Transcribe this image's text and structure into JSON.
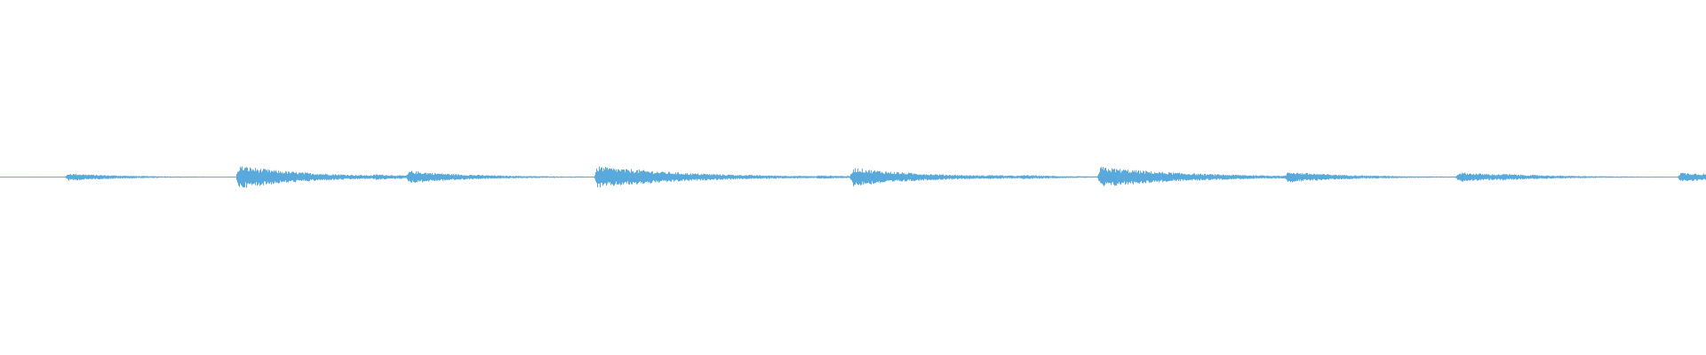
{
  "waveform": {
    "color": "#5aa9dc",
    "background": "#ffffff",
    "baseline": 0.0,
    "events": [
      {
        "time": 0.02,
        "amp": 0.01,
        "decay": 0.02
      },
      {
        "time": 0.04,
        "amp": 0.25,
        "decay": 0.03
      },
      {
        "time": 0.14,
        "amp": 0.8,
        "decay": 0.04
      },
      {
        "time": 0.22,
        "amp": 0.08,
        "decay": 0.015
      },
      {
        "time": 0.24,
        "amp": 0.35,
        "decay": 0.035
      },
      {
        "time": 0.35,
        "amp": 0.75,
        "decay": 0.05
      },
      {
        "time": 0.37,
        "amp": 0.05,
        "decay": 0.02
      },
      {
        "time": 0.48,
        "amp": 0.05,
        "decay": 0.02
      },
      {
        "time": 0.5,
        "amp": 0.6,
        "decay": 0.04
      },
      {
        "time": 0.58,
        "amp": 0.05,
        "decay": 0.02
      },
      {
        "time": 0.6,
        "amp": 0.06,
        "decay": 0.02
      },
      {
        "time": 0.645,
        "amp": 0.7,
        "decay": 0.05
      },
      {
        "time": 0.755,
        "amp": 0.3,
        "decay": 0.03
      },
      {
        "time": 0.855,
        "amp": 0.3,
        "decay": 0.04
      },
      {
        "time": 0.88,
        "amp": 0.05,
        "decay": 0.02
      },
      {
        "time": 0.985,
        "amp": 0.3,
        "decay": 0.04
      }
    ]
  }
}
